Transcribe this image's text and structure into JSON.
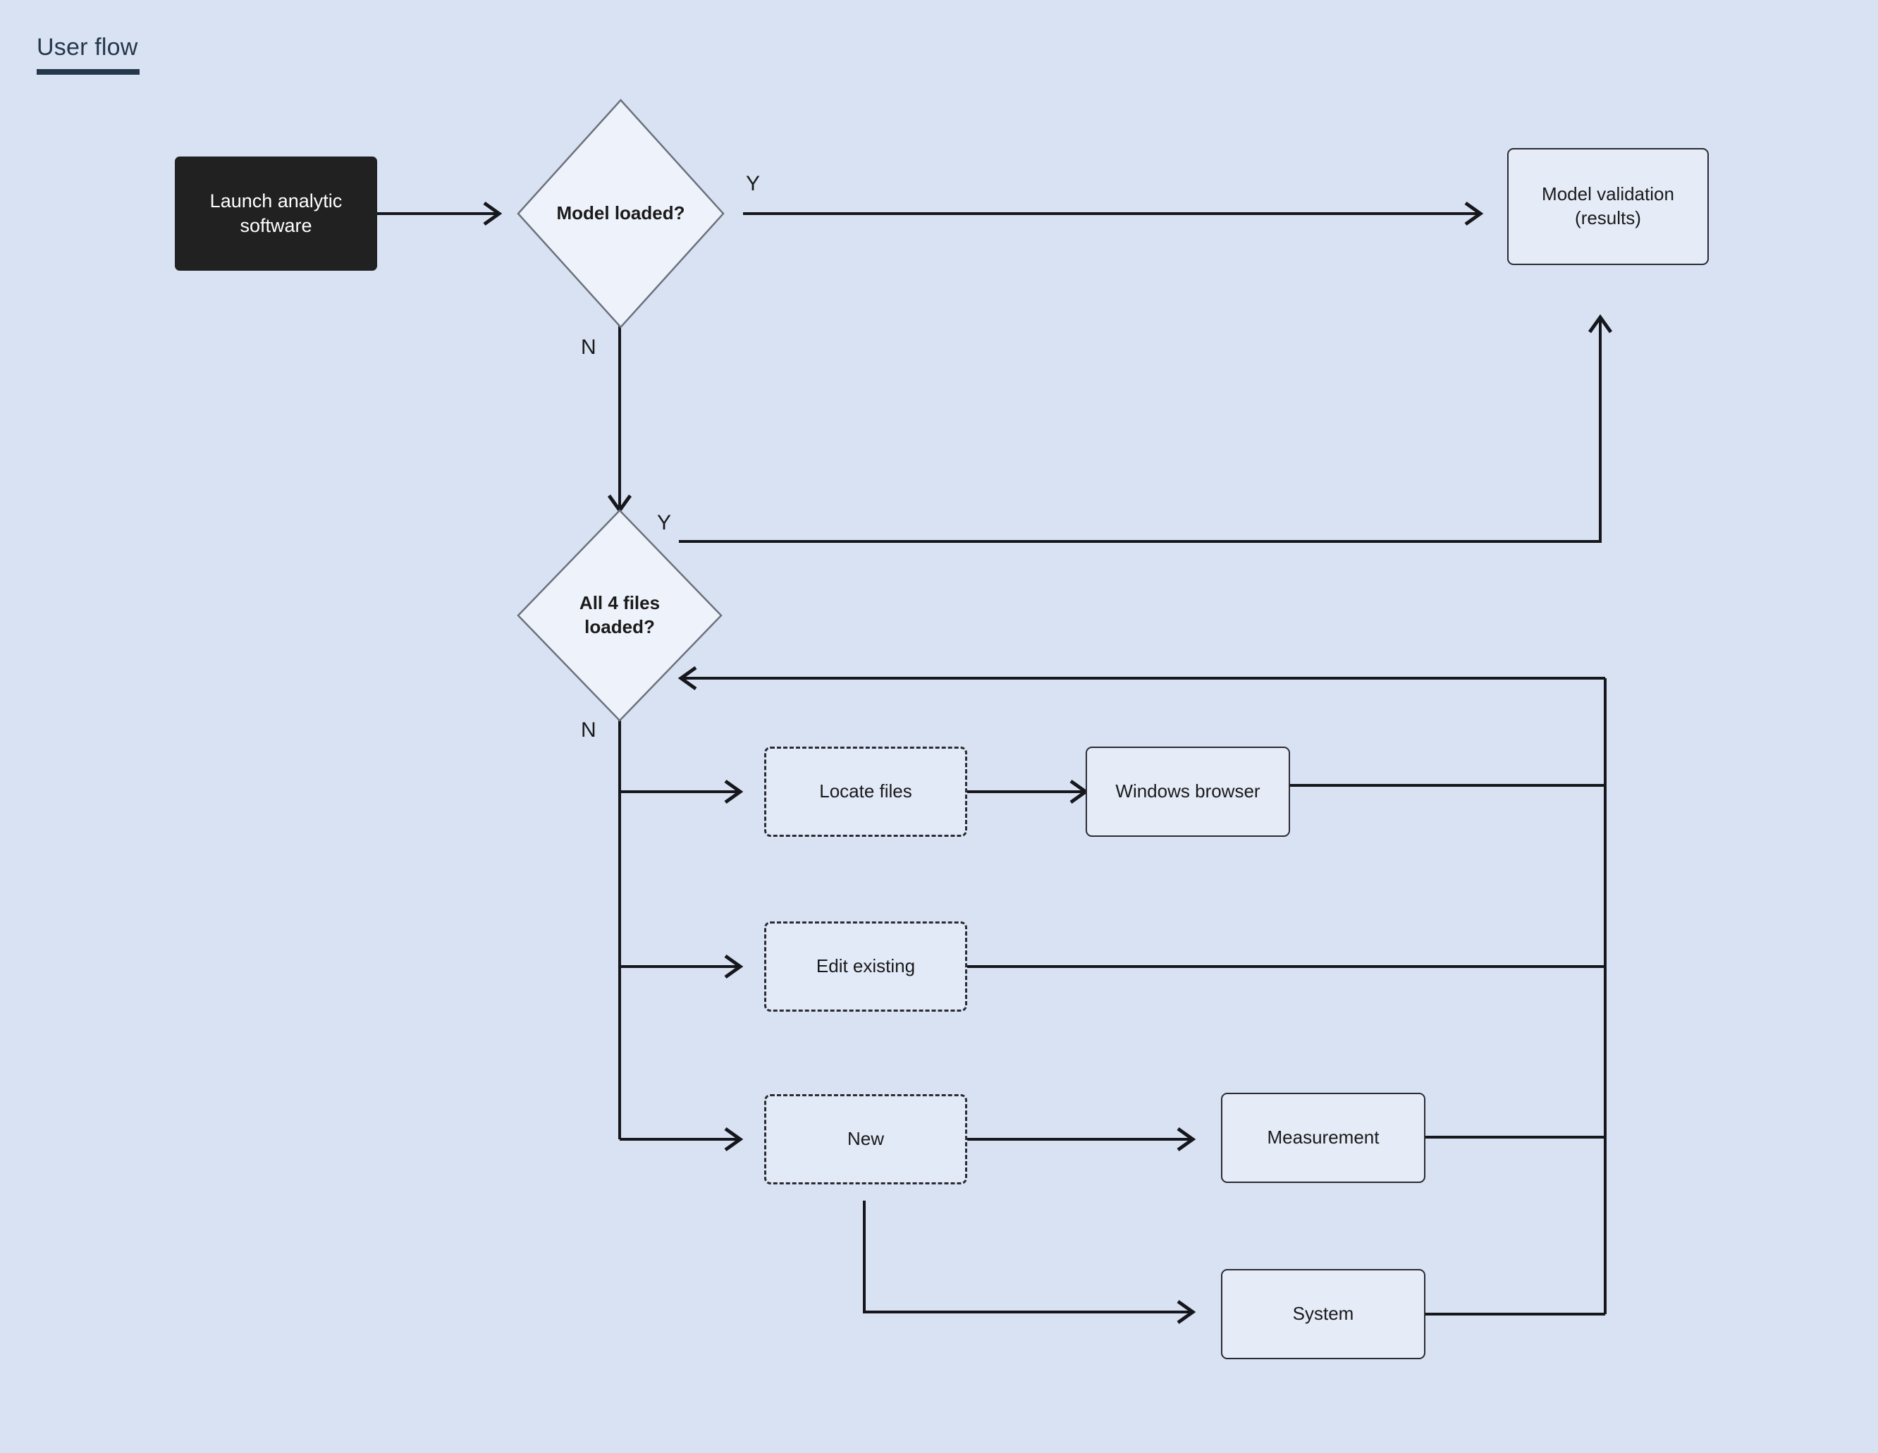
{
  "page": {
    "title": "User flow",
    "background_color": "#d8e2f3",
    "title_color": "#25374a"
  },
  "nodes": {
    "launch": {
      "label": "Launch analytic software",
      "shape": "rounded-rect",
      "style": "dark",
      "fill": "#212121",
      "text_color": "#ffffff"
    },
    "model_loaded": {
      "label": "Model loaded?",
      "shape": "diamond",
      "fill": "#eef2fa",
      "border": "#6c727d"
    },
    "model_validation": {
      "label": "Model validation (results)",
      "shape": "rounded-rect",
      "style": "solid",
      "fill": "#e5ebf7",
      "border": "#2b2b33"
    },
    "all_files_loaded": {
      "label": "All 4 files loaded?",
      "shape": "diamond",
      "fill": "#eef2fa",
      "border": "#6c727d"
    },
    "locate_files": {
      "label": "Locate files",
      "shape": "rounded-rect",
      "style": "dashed",
      "fill": "#e2e9f7",
      "border": "#2b2b33"
    },
    "windows_browser": {
      "label": "Windows browser",
      "shape": "rounded-rect",
      "style": "solid",
      "fill": "#e5ebf7",
      "border": "#2b2b33"
    },
    "edit_existing": {
      "label": "Edit existing",
      "shape": "rounded-rect",
      "style": "dashed",
      "fill": "#e2e9f7",
      "border": "#2b2b33"
    },
    "new": {
      "label": "New",
      "shape": "rounded-rect",
      "style": "dashed",
      "fill": "#e2e9f7",
      "border": "#2b2b33"
    },
    "measurement": {
      "label": "Measurement",
      "shape": "rounded-rect",
      "style": "solid",
      "fill": "#e5ebf7",
      "border": "#2b2b33"
    },
    "system": {
      "label": "System",
      "shape": "rounded-rect",
      "style": "solid",
      "fill": "#e5ebf7",
      "border": "#2b2b33"
    }
  },
  "edge_labels": {
    "model_yes": "Y",
    "model_no": "N",
    "files_yes": "Y",
    "files_no": "N"
  },
  "flow": {
    "edges": [
      {
        "from": "launch",
        "to": "model_loaded",
        "label": ""
      },
      {
        "from": "model_loaded",
        "to": "model_validation",
        "label": "Y"
      },
      {
        "from": "model_loaded",
        "to": "all_files_loaded",
        "label": "N"
      },
      {
        "from": "all_files_loaded",
        "to": "model_validation",
        "label": "Y"
      },
      {
        "from": "all_files_loaded",
        "to": "locate_files",
        "label": "N"
      },
      {
        "from": "all_files_loaded",
        "to": "edit_existing",
        "label": "N"
      },
      {
        "from": "all_files_loaded",
        "to": "new",
        "label": "N"
      },
      {
        "from": "locate_files",
        "to": "windows_browser",
        "label": ""
      },
      {
        "from": "windows_browser",
        "to": "all_files_loaded",
        "label": ""
      },
      {
        "from": "edit_existing",
        "to": "all_files_loaded",
        "label": ""
      },
      {
        "from": "new",
        "to": "measurement",
        "label": ""
      },
      {
        "from": "new",
        "to": "system",
        "label": ""
      },
      {
        "from": "measurement",
        "to": "all_files_loaded",
        "label": ""
      },
      {
        "from": "system",
        "to": "all_files_loaded",
        "label": ""
      }
    ]
  }
}
